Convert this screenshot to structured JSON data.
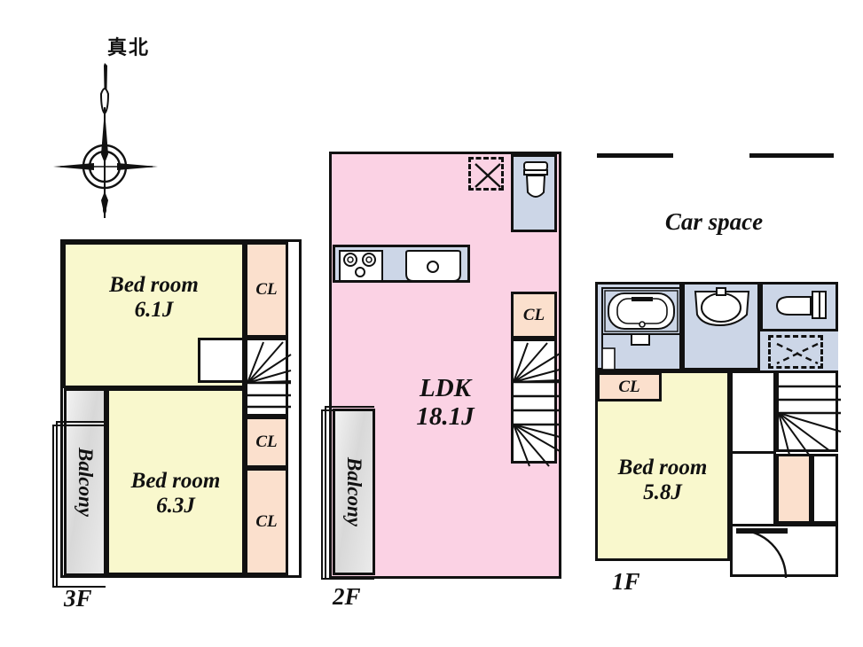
{
  "compass": {
    "label": "真北",
    "name": "true-north"
  },
  "car_space": {
    "label": "Car space"
  },
  "floors": [
    {
      "tag": "3F",
      "rooms": [
        {
          "name": "bedroom-61",
          "label": "Bed room",
          "area": "6.1J"
        },
        {
          "name": "bedroom-63",
          "label": "Bed room",
          "area": "6.3J"
        },
        {
          "name": "balcony",
          "label": "Balcony"
        }
      ],
      "closets": [
        {
          "label": "CL"
        },
        {
          "label": "CL"
        },
        {
          "label": "CL"
        }
      ]
    },
    {
      "tag": "2F",
      "rooms": [
        {
          "name": "ldk",
          "label": "LDK",
          "area": "18.1J"
        },
        {
          "name": "balcony",
          "label": "Balcony"
        }
      ],
      "closets": [
        {
          "label": "CL"
        }
      ],
      "fixtures": [
        "stove-icon",
        "sink-icon",
        "toilet-icon",
        "storage-hatch-icon",
        "stairs-icon"
      ]
    },
    {
      "tag": "1F",
      "rooms": [
        {
          "name": "bedroom-58",
          "label": "Bed room",
          "area": "5.8J"
        }
      ],
      "closets": [
        {
          "label": "CL"
        }
      ],
      "fixtures": [
        "bathtub-icon",
        "washbasin-icon",
        "toilet-icon",
        "storage-hatch-icon",
        "stairs-icon",
        "entrance-door-icon"
      ]
    }
  ],
  "colors": {
    "bedroom": "#f9f8cd",
    "ldk": "#fbd2e4",
    "closet": "#fbe0cd",
    "water": "#ccd6e7",
    "wall": "#111111",
    "balcony": "#d8d8d8"
  }
}
